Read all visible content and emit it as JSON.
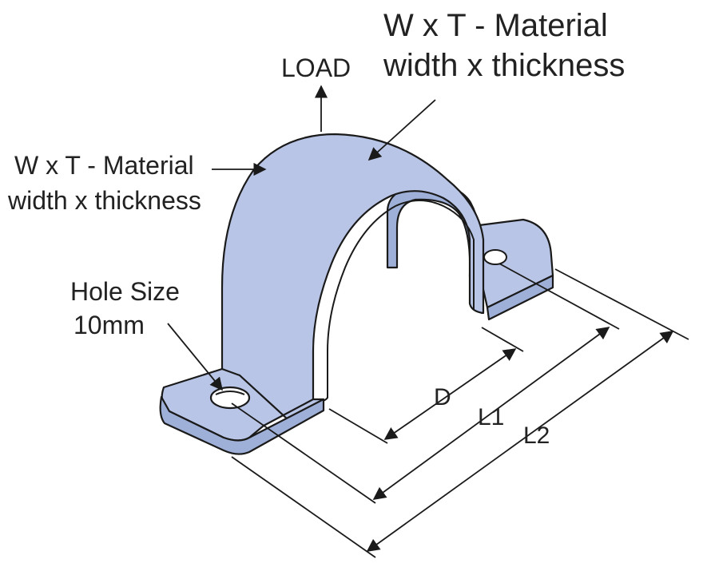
{
  "labels": {
    "material_top_line1": "W x T  - Material",
    "material_top_line2": "width x thickness",
    "material_left_line1": "W x T - Material",
    "material_left_line2": "width x thickness",
    "load": "LOAD",
    "hole_line1": "Hole Size",
    "hole_line2": "10mm",
    "dim_d": "D",
    "dim_l1": "L1",
    "dim_l2": "L2"
  },
  "colors": {
    "clamp_face": "#b8c5e6",
    "clamp_shade": "#9fb0d8",
    "clamp_edge": "#8fa2cf",
    "ink": "#1a1a1a"
  }
}
